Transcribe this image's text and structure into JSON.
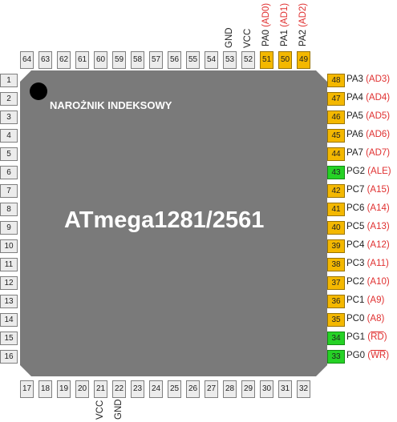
{
  "chip": {
    "name": "ATmega1281/2561",
    "corner_label": "NAROŻNIK INDEKSOWY"
  },
  "colors": {
    "body": "#7a7a7a",
    "port_pin": "#f4b800",
    "control_pin": "#25d225",
    "gray_pin": "#ececec",
    "alt_function": "#e03030"
  },
  "pins": {
    "left": [
      "1",
      "2",
      "3",
      "4",
      "5",
      "6",
      "7",
      "8",
      "9",
      "10",
      "11",
      "12",
      "13",
      "14",
      "15",
      "16"
    ],
    "bottom": [
      "17",
      "18",
      "19",
      "20",
      "21",
      "22",
      "23",
      "24",
      "25",
      "26",
      "27",
      "28",
      "29",
      "30",
      "31",
      "32"
    ],
    "right": [
      {
        "num": "48",
        "type": "port",
        "name": "PA3",
        "alt": "(AD3)"
      },
      {
        "num": "47",
        "type": "port",
        "name": "PA4",
        "alt": "(AD4)"
      },
      {
        "num": "46",
        "type": "port",
        "name": "PA5",
        "alt": "(AD5)"
      },
      {
        "num": "45",
        "type": "port",
        "name": "PA6",
        "alt": "(AD6)"
      },
      {
        "num": "44",
        "type": "port",
        "name": "PA7",
        "alt": "(AD7)"
      },
      {
        "num": "43",
        "type": "ctrl",
        "name": "PG2",
        "alt": "(ALE)"
      },
      {
        "num": "42",
        "type": "port",
        "name": "PC7",
        "alt": "(A15)"
      },
      {
        "num": "41",
        "type": "port",
        "name": "PC6",
        "alt": "(A14)"
      },
      {
        "num": "40",
        "type": "port",
        "name": "PC5",
        "alt": "(A13)"
      },
      {
        "num": "39",
        "type": "port",
        "name": "PC4",
        "alt": "(A12)"
      },
      {
        "num": "38",
        "type": "port",
        "name": "PC3",
        "alt": "(A11)"
      },
      {
        "num": "37",
        "type": "port",
        "name": "PC2",
        "alt": "(A10)"
      },
      {
        "num": "36",
        "type": "port",
        "name": "PC1",
        "alt": "(A9)"
      },
      {
        "num": "35",
        "type": "port",
        "name": "PC0",
        "alt": "(A8)"
      },
      {
        "num": "34",
        "type": "ctrl",
        "name": "PG1",
        "alt": "(RD)",
        "overline": "RD"
      },
      {
        "num": "33",
        "type": "ctrl",
        "name": "PG0",
        "alt": "(WR)",
        "overline": "WR"
      }
    ],
    "top": [
      {
        "num": "64",
        "type": "gray"
      },
      {
        "num": "63",
        "type": "gray"
      },
      {
        "num": "62",
        "type": "gray"
      },
      {
        "num": "61",
        "type": "gray"
      },
      {
        "num": "60",
        "type": "gray"
      },
      {
        "num": "59",
        "type": "gray"
      },
      {
        "num": "58",
        "type": "gray"
      },
      {
        "num": "57",
        "type": "gray"
      },
      {
        "num": "56",
        "type": "gray"
      },
      {
        "num": "55",
        "type": "gray"
      },
      {
        "num": "54",
        "type": "gray"
      },
      {
        "num": "53",
        "type": "gray",
        "label": "GND"
      },
      {
        "num": "52",
        "type": "gray",
        "label": "VCC"
      },
      {
        "num": "51",
        "type": "port",
        "label": "PA0",
        "alt": "(AD0)"
      },
      {
        "num": "50",
        "type": "port",
        "label": "PA1",
        "alt": "(AD1)"
      },
      {
        "num": "49",
        "type": "port",
        "label": "PA2",
        "alt": "(AD2)"
      }
    ],
    "bottom_labels": [
      {
        "num": "21",
        "label": "VCC"
      },
      {
        "num": "22",
        "label": "GND"
      }
    ]
  }
}
